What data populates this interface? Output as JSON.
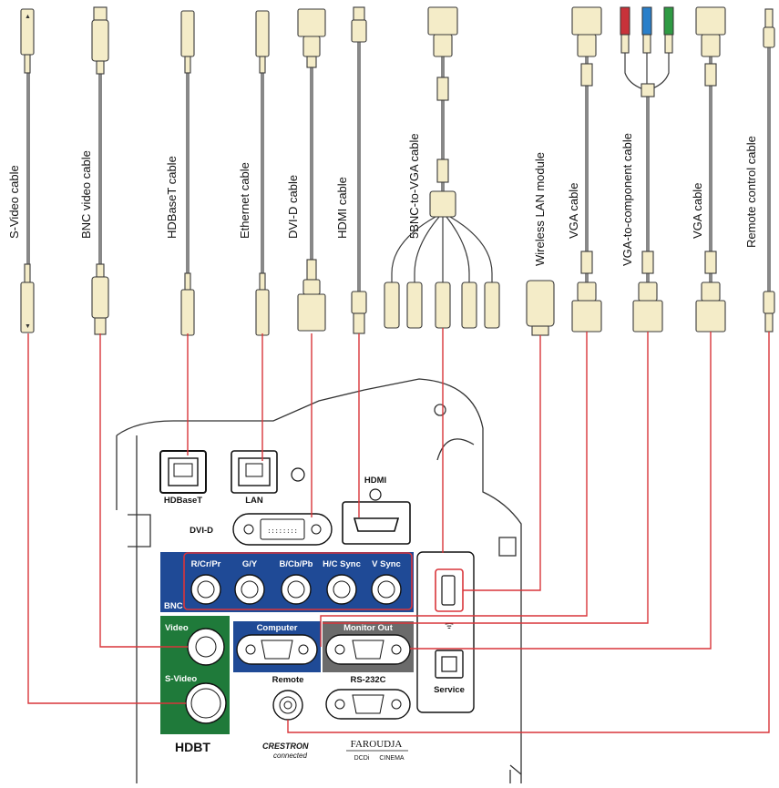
{
  "cables": [
    {
      "id": "svideo",
      "label": "S-Video cable"
    },
    {
      "id": "bnc",
      "label": "BNC video cable"
    },
    {
      "id": "hdbaset",
      "label": "HDBaseT cable"
    },
    {
      "id": "ethernet",
      "label": "Ethernet cable"
    },
    {
      "id": "dvid",
      "label": "DVI-D cable"
    },
    {
      "id": "hdmi",
      "label": "HDMI cable"
    },
    {
      "id": "5bnc",
      "label": "5BNC-to-VGA cable"
    },
    {
      "id": "wlan",
      "label": "Wireless LAN module"
    },
    {
      "id": "vga1",
      "label": "VGA cable"
    },
    {
      "id": "vga2comp",
      "label": "VGA-to-component cable"
    },
    {
      "id": "vga2",
      "label": "VGA cable"
    },
    {
      "id": "remote",
      "label": "Remote control cable"
    }
  ],
  "ports": {
    "hdbaset": "HDBaseT",
    "lan": "LAN",
    "hdmi": "HDMI",
    "dvid": "DVI-D",
    "rcrpr": "R/Cr/Pr",
    "gy": "G/Y",
    "bcbpb": "B/Cb/Pb",
    "hcsync": "H/C Sync",
    "vsync": "V Sync",
    "bnc": "BNC",
    "video": "Video",
    "svideo": "S-Video",
    "computer": "Computer",
    "monitor_out": "Monitor Out",
    "remote": "Remote",
    "rs232c": "RS-232C",
    "service": "Service"
  },
  "logos": {
    "hdbaset": "HDBT",
    "crestron": "CRESTRON",
    "crestron_sub": "connected",
    "faroudja": "FAROUDJA",
    "dcdi": "DCDi",
    "cinema": "CINEMA"
  },
  "colors": {
    "connection_line": "#d9353a",
    "bnc_panel": "#1f4a96",
    "video_panel": "#1f7a3a",
    "computer_panel": "#1f4a96",
    "monitor_panel": "#6b6b6b",
    "cable_body": "#f4ecc8"
  }
}
